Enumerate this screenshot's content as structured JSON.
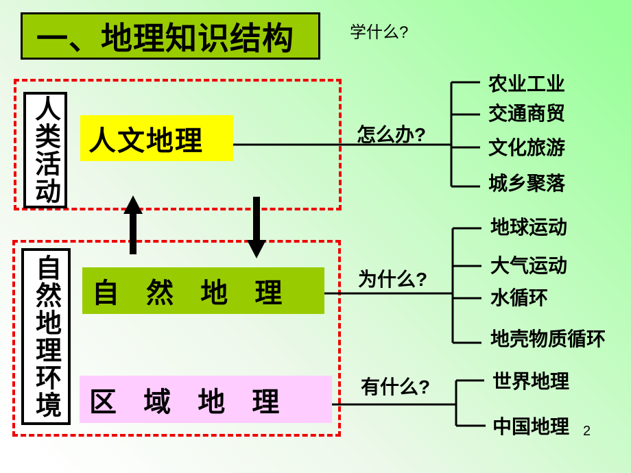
{
  "slide": {
    "title": "一、地理知识结构",
    "learn_question": "学什么?",
    "page_number": "2",
    "colors": {
      "title_bg": "#99cc00",
      "human_geo_bg": "#ffff00",
      "natural_geo_bg": "#99cc00",
      "regional_geo_bg": "#ffccff",
      "dashed_frame": "#ee0000",
      "background_gradient_start": "#ffffff",
      "background_gradient_end": "#99ff99"
    }
  },
  "groups": {
    "human_activity": "人类活动",
    "natural_environment": "自然地理环境"
  },
  "subjects": {
    "human_geography": "人文地理",
    "natural_geography": "自 然 地 理",
    "regional_geography": "区 域 地 理"
  },
  "branches": [
    {
      "question": "怎么办?",
      "items": [
        "农业工业",
        "交通商贸",
        "文化旅游",
        "城乡聚落"
      ]
    },
    {
      "question": "为什么?",
      "items": [
        "地球运动",
        "大气运动",
        "水循环",
        "地壳物质循环"
      ]
    },
    {
      "question": "有什么?",
      "items": [
        "世界地理",
        "中国地理"
      ]
    }
  ]
}
